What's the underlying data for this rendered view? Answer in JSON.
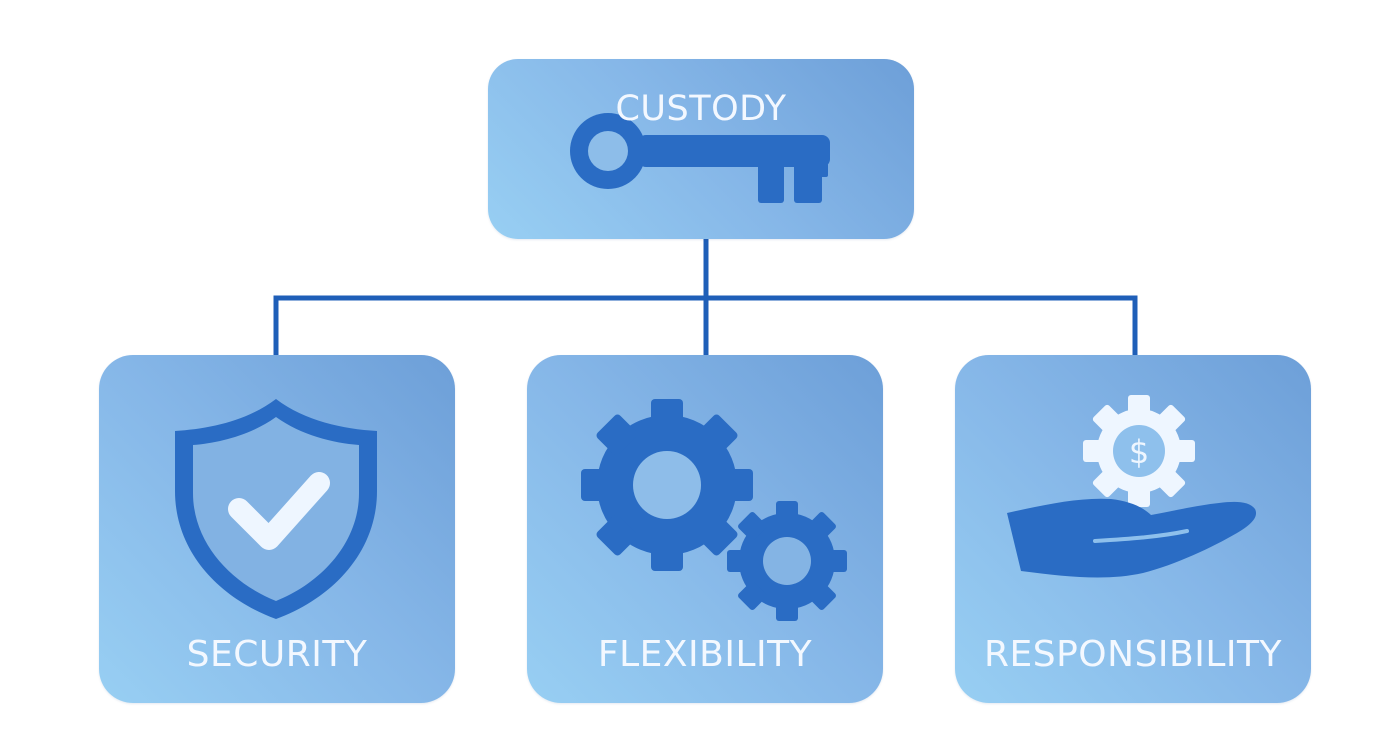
{
  "root": {
    "label": "CUSTODY",
    "icon": "key-icon"
  },
  "children": [
    {
      "label": "SECURITY",
      "icon": "shield-check-icon"
    },
    {
      "label": "FLEXIBILITY",
      "icon": "gears-icon"
    },
    {
      "label": "RESPONSIBILITY",
      "icon": "hand-coin-icon"
    }
  ],
  "colors": {
    "connector": "#1f5fb8",
    "icon": "#2a6cc4",
    "icon_light": "#eef6ff",
    "label": "#f3f8ff",
    "box_light": "#98cff3",
    "box_dark": "#6d9fd8"
  }
}
